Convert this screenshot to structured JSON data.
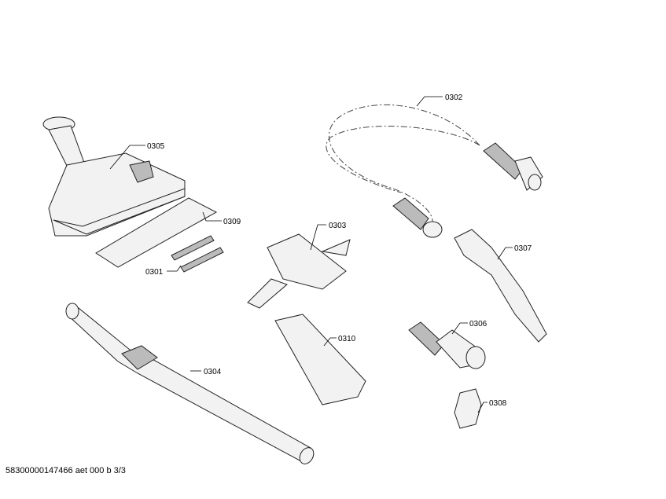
{
  "parts": {
    "p0305": "0305",
    "p0309": "0309",
    "p0301": "0301",
    "p0304": "0304",
    "p0302": "0302",
    "p0303": "0303",
    "p0307": "0307",
    "p0306": "0306",
    "p0310": "0310",
    "p0308": "0308"
  },
  "footer": "58300000147466 aet 000 b 3/3"
}
